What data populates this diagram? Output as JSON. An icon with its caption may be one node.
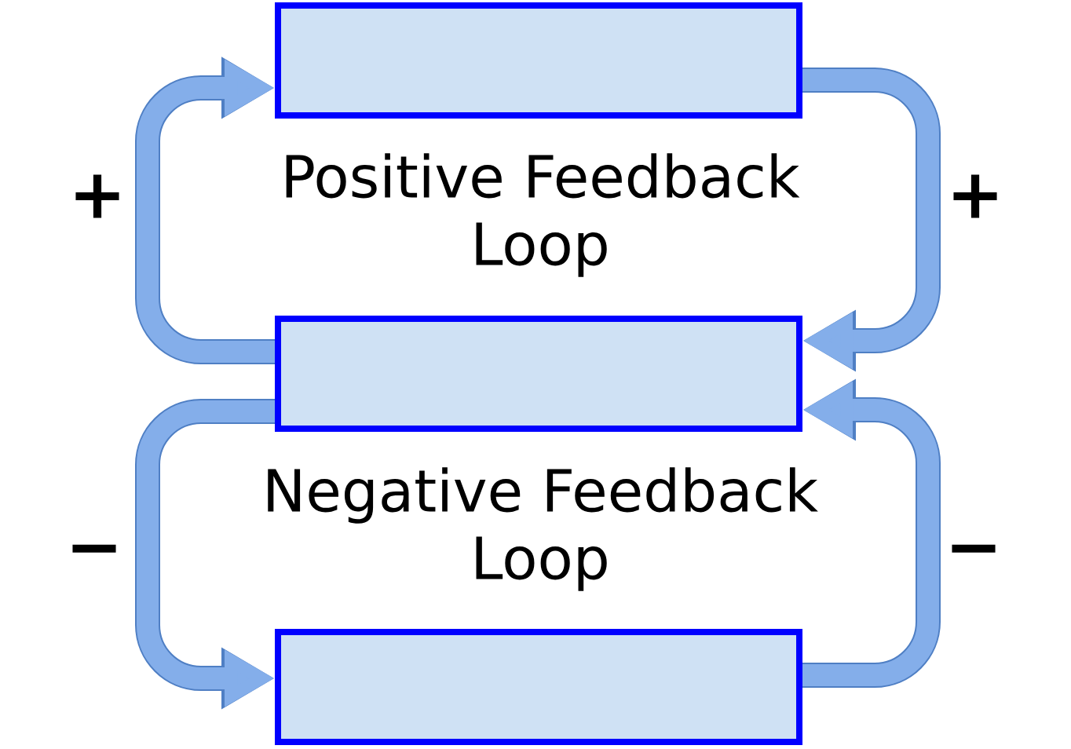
{
  "diagram": {
    "nodes": [
      {
        "text": [],
        "shape": "box"
      },
      {
        "text": [],
        "shape": "box"
      },
      {
        "text": [],
        "shape": "box"
      }
    ],
    "edges": [
      {
        "from": 0,
        "to": 1,
        "arrow": "to",
        "label": "+"
      },
      {
        "from": 1,
        "to": 0,
        "arrow": "to",
        "label": "+"
      },
      {
        "from": 1,
        "to": 2,
        "arrow": "to",
        "label": "−"
      },
      {
        "from": 2,
        "to": 1,
        "arrow": "to",
        "label": "−"
      }
    ],
    "labels": [
      "Positive Feedback Loop",
      "Negative Feedback Loop"
    ]
  }
}
